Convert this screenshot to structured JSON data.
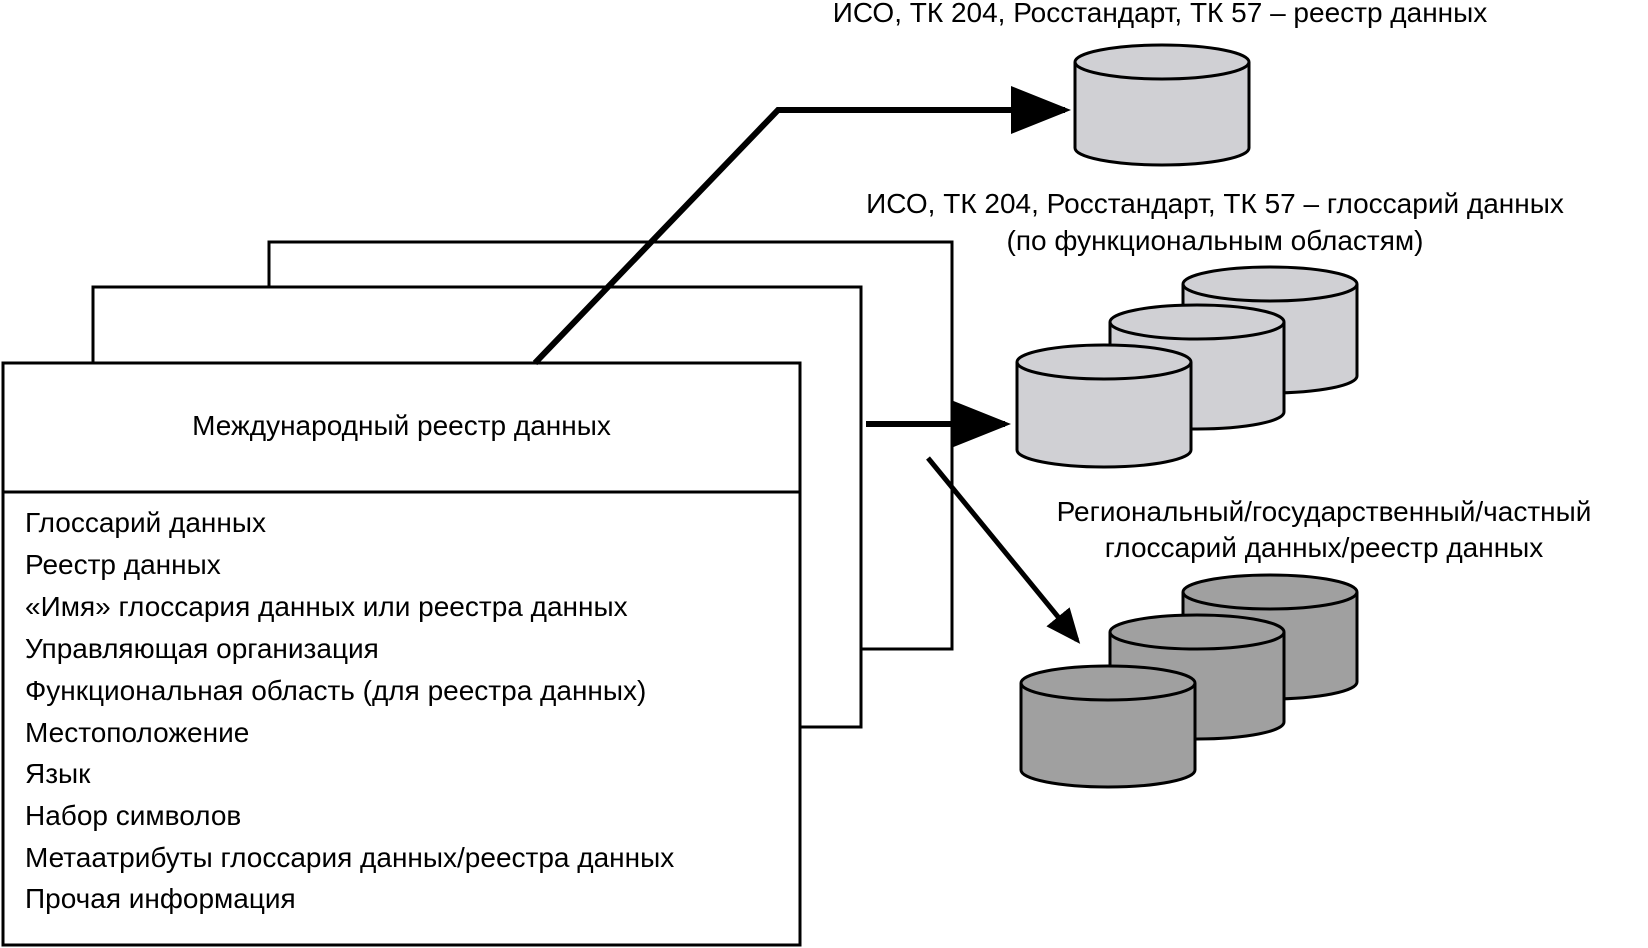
{
  "title": "Международный реестр данных",
  "fields": [
    "Глоссарий данных",
    "Реестр данных",
    "«Имя» глоссария данных или реестра данных",
    "Управляющая организация",
    "Функциональная область (для реестра данных)",
    "Местоположение",
    "Язык",
    "Набор символов",
    "Метаатрибуты глоссария данных/реестра данных",
    "Прочая информация"
  ],
  "targets": {
    "registry": "ИСО, ТК 204, Росстандарт, ТК 57 – реестр данных",
    "glossary_line1": "ИСО, ТК 204, Росстандарт, ТК 57 – глоссарий данных",
    "glossary_line2": "(по функциональным областям)",
    "regional_line1": "Региональный/государственный/частный",
    "regional_line2": "глоссарий данных/реестр данных"
  },
  "colors": {
    "light_cylinder": "#d0d0d4",
    "dark_cylinder": "#a0a0a0",
    "line": "#000000"
  }
}
